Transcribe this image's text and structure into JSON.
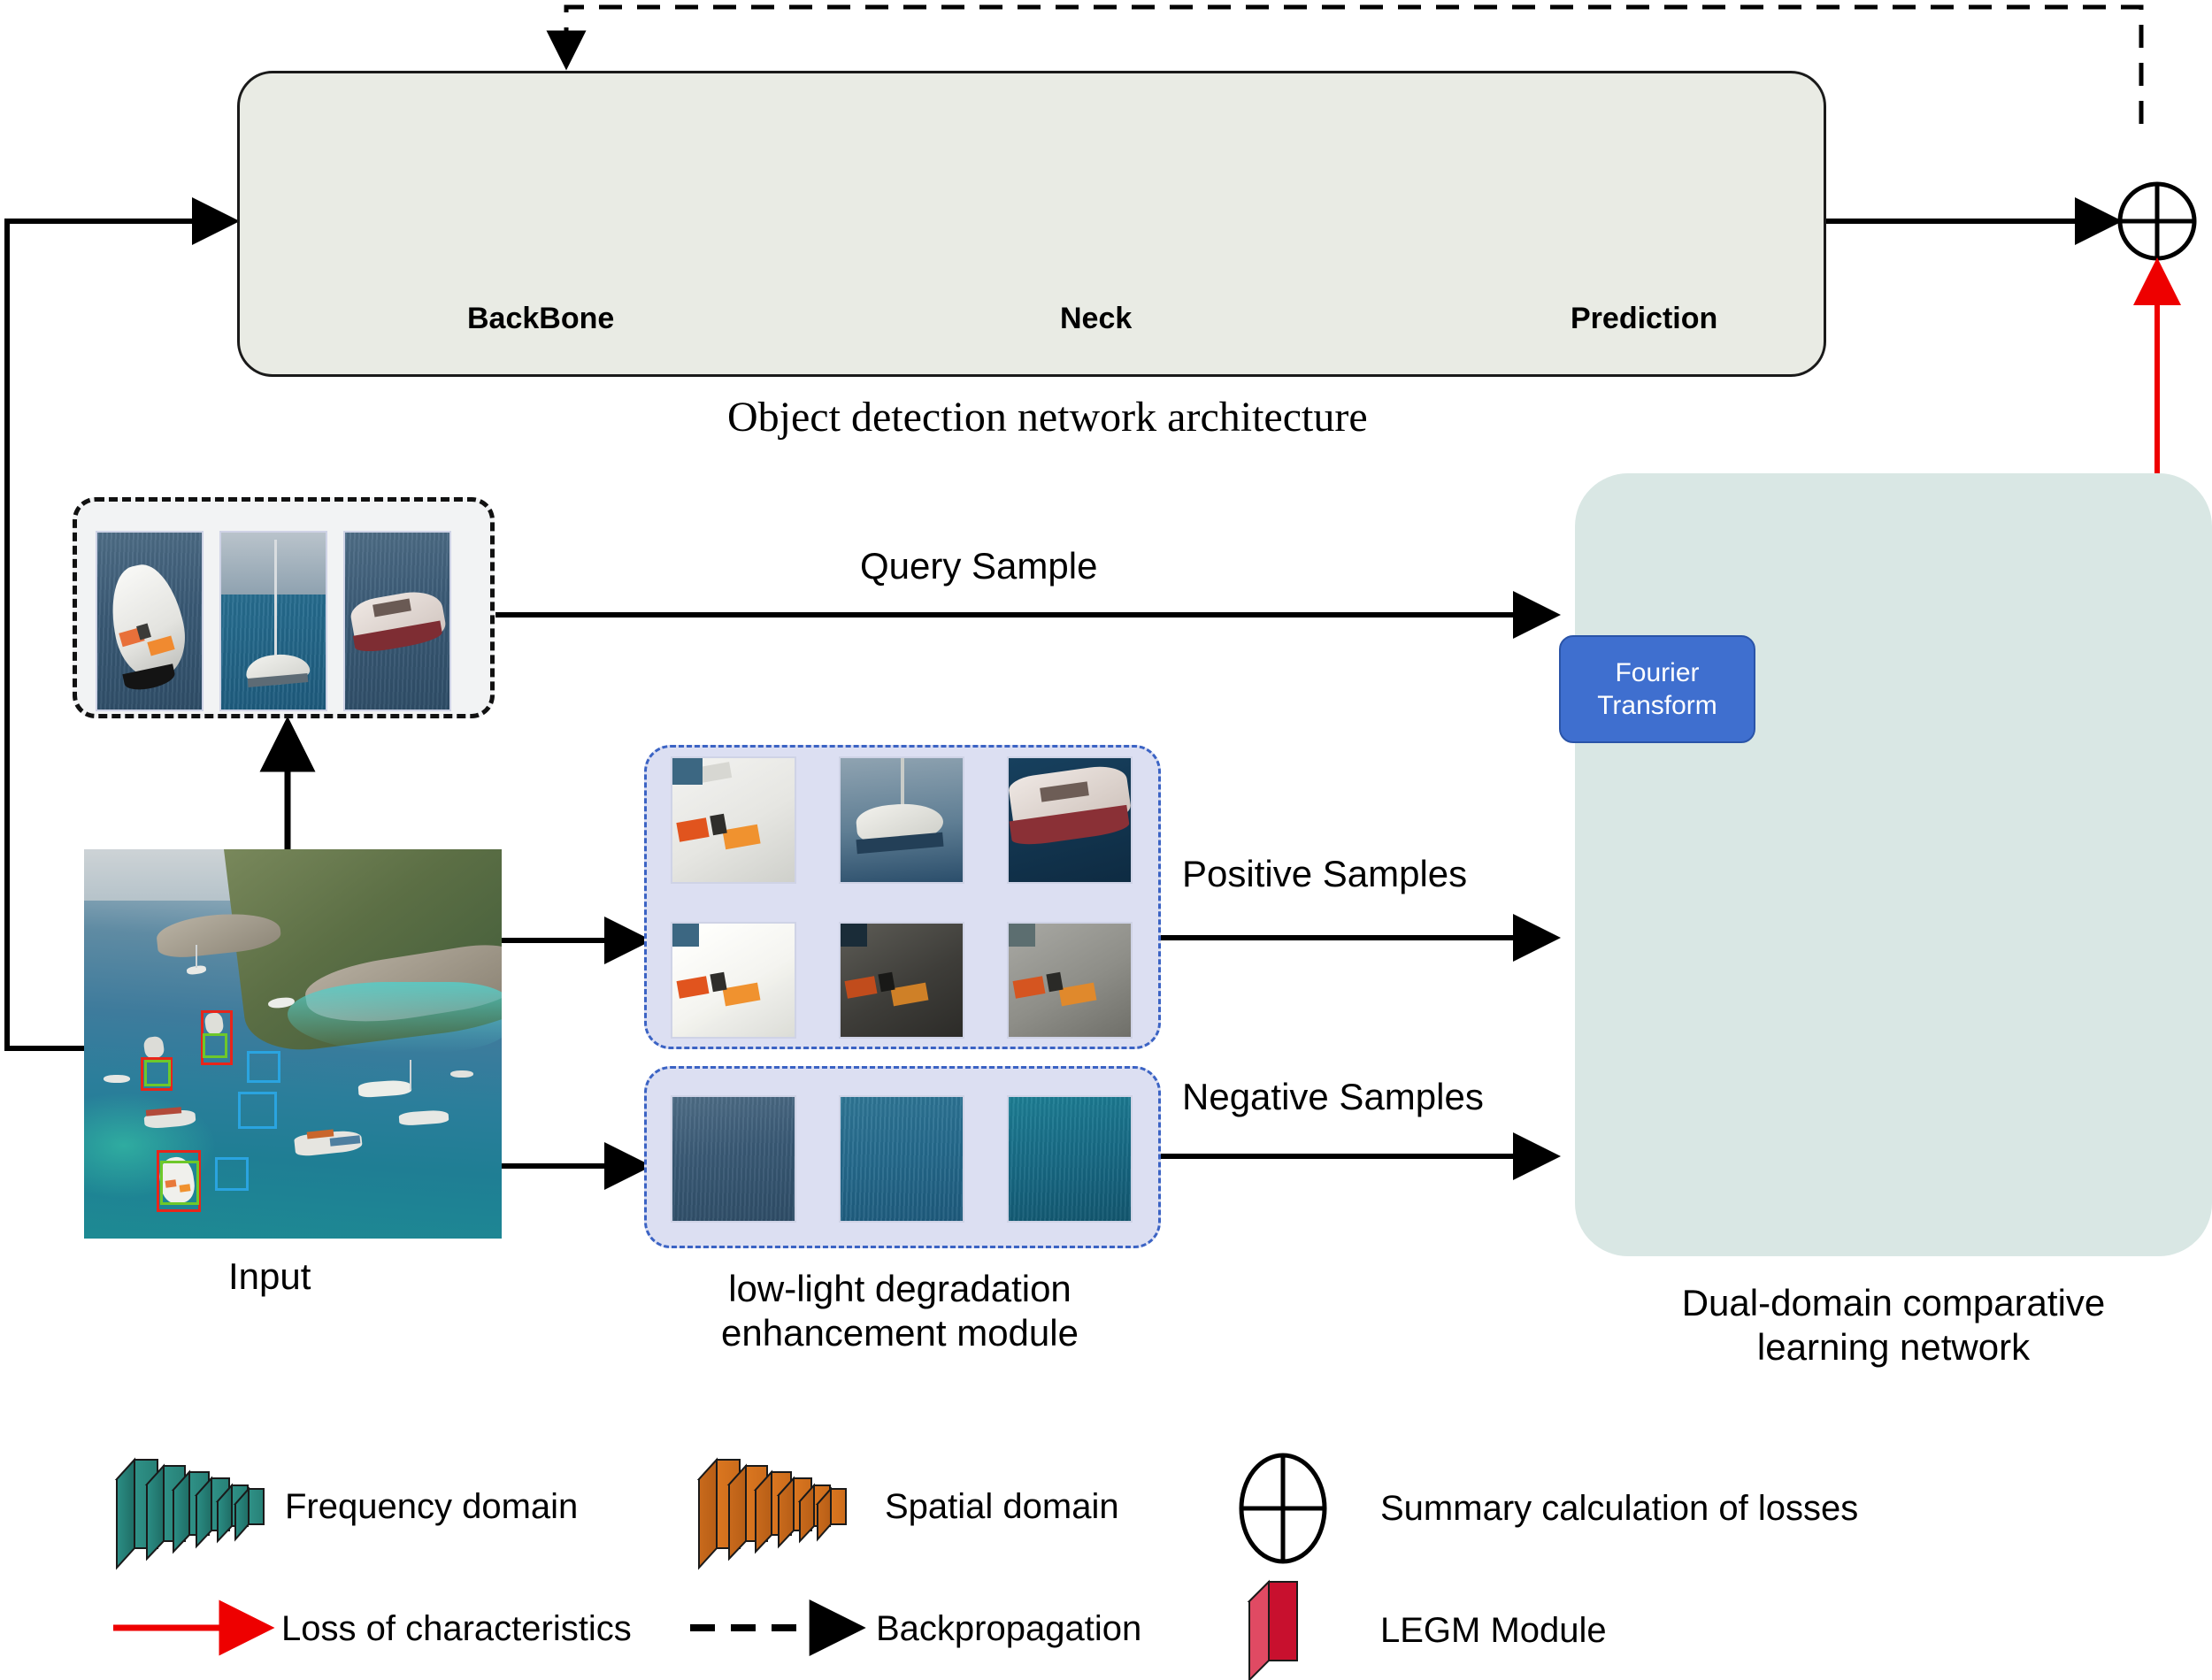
{
  "diagram": {
    "title_caption": "Object detection network architecture",
    "detection_network": {
      "stage_labels": [
        "BackBone",
        "Neck",
        "Prediction"
      ]
    },
    "input": {
      "label": "Input"
    },
    "flows": {
      "query_sample": "Query Sample",
      "positive_samples": "Positive Samples",
      "negative_samples": "Negative Samples"
    },
    "lldem": {
      "caption_line1": "low-light degradation",
      "caption_line2": "enhancement module"
    },
    "dual_domain": {
      "caption_line1": "Dual-domain comparative",
      "caption_line2": "learning network",
      "fourier_line1": "Fourier",
      "fourier_line2": "Transform"
    },
    "legend": [
      {
        "key": "frequency-domain",
        "label": "Frequency domain",
        "color": "#2c8a80"
      },
      {
        "key": "spatial-domain",
        "label": "Spatial domain",
        "color": "#d2711e"
      },
      {
        "key": "summary-losses",
        "label": "Summary calculation of losses",
        "color": "#000000"
      },
      {
        "key": "loss-characteristics",
        "label": "Loss of characteristics",
        "color": "#ee0000"
      },
      {
        "key": "backpropagation",
        "label": "Backpropagation",
        "color": "#000000"
      },
      {
        "key": "legm-module",
        "label": "LEGM Module",
        "color": "#c8102e"
      }
    ],
    "colors": {
      "panel_detection": "#e9ebe4",
      "panel_dual": "#d9e7e4",
      "sample_box": "#dcdff2",
      "sample_border": "#3b63c4",
      "layer_face": "#cdb5a7",
      "layer_edge": "#fbe3d2",
      "legm_red": "#c8102e",
      "teal": "#2c8a80",
      "orange": "#d2711e",
      "fourier_blue": "#3f6fcf",
      "loss_red": "#ee0000"
    }
  }
}
